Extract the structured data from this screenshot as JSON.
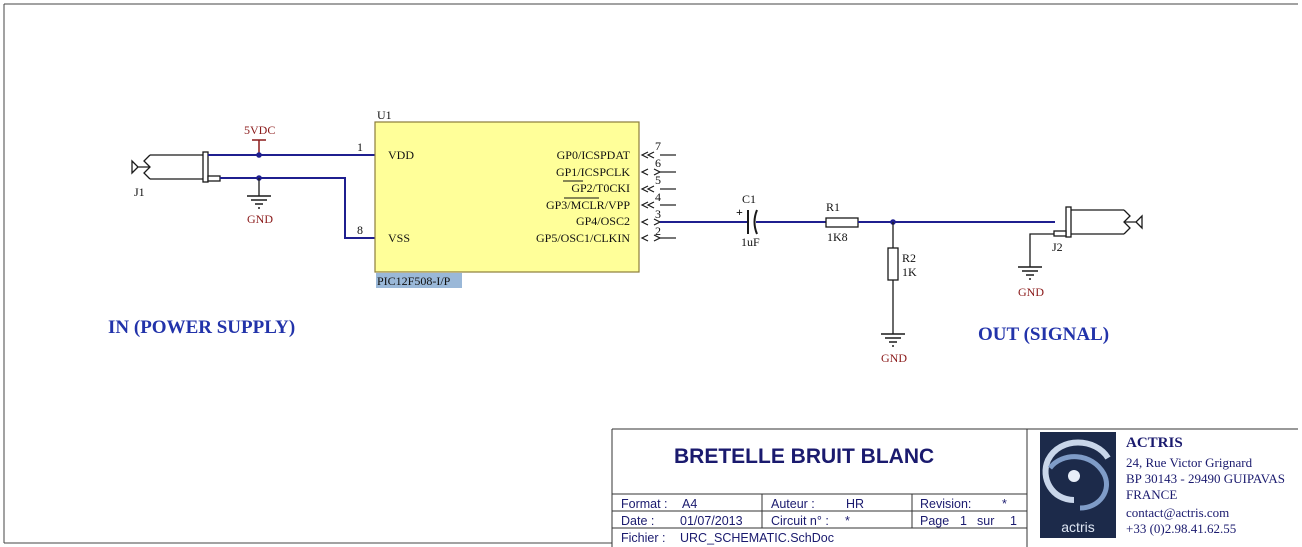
{
  "schematic": {
    "u1": {
      "designator": "U1",
      "part": "PIC12F508-I/P",
      "pins_left": [
        {
          "num": "1",
          "name": "VDD"
        },
        {
          "num": "8",
          "name": "VSS"
        }
      ],
      "pins_right": [
        {
          "num": "7",
          "name": "GP0/ICSPDAT"
        },
        {
          "num": "6",
          "name": "GP1/ICSPCLK"
        },
        {
          "num": "5",
          "name": "GP2/T0CKI"
        },
        {
          "num": "4",
          "name": "GP3/MCLR/VPP"
        },
        {
          "num": "3",
          "name": "GP4/OSC2"
        },
        {
          "num": "2",
          "name": "GP5/OSC1/CLKIN"
        }
      ]
    },
    "j1": {
      "designator": "J1"
    },
    "j2": {
      "designator": "J2"
    },
    "power_5v": "5VDC",
    "gnd_j1": "GND",
    "gnd_j2": "GND",
    "gnd_r2": "GND",
    "c1": {
      "designator": "C1",
      "value": "1uF"
    },
    "r1": {
      "designator": "R1",
      "value": "1K8"
    },
    "r2": {
      "designator": "R2",
      "value": "1K"
    },
    "label_in": "IN (POWER SUPPLY)",
    "label_out": "OUT (SIGNAL)"
  },
  "title_block": {
    "title": "BRETELLE BRUIT BLANC",
    "format_label": "Format :",
    "format_value": "A4",
    "auteur_label": "Auteur :",
    "auteur_value": "HR",
    "revision_label": "Revision:",
    "revision_value": "*",
    "date_label": "Date :",
    "date_value": "01/07/2013",
    "circuit_label": "Circuit n° :",
    "circuit_value": "*",
    "page_label": "Page",
    "page_num": "1",
    "page_sur": "sur",
    "page_total": "1",
    "fichier_label": "Fichier :",
    "fichier_value": "URC_SCHEMATIC.SchDoc",
    "company": {
      "name": "ACTRIS",
      "address1": "24, Rue Victor Grignard",
      "address2": "BP 30143 - 29490 GUIPAVAS",
      "country": "FRANCE",
      "email": "contact@actris.com",
      "phone": "+33 (0)2.98.41.62.55",
      "logo_text": "actris"
    }
  },
  "colors": {
    "wire": "#1f1f8f",
    "ic_fill": "#ffff99",
    "power_label": "#8b1a1a",
    "big_label": "#2233aa",
    "title": "#1a1a6e",
    "logo_bg": "#1c2a4a"
  }
}
